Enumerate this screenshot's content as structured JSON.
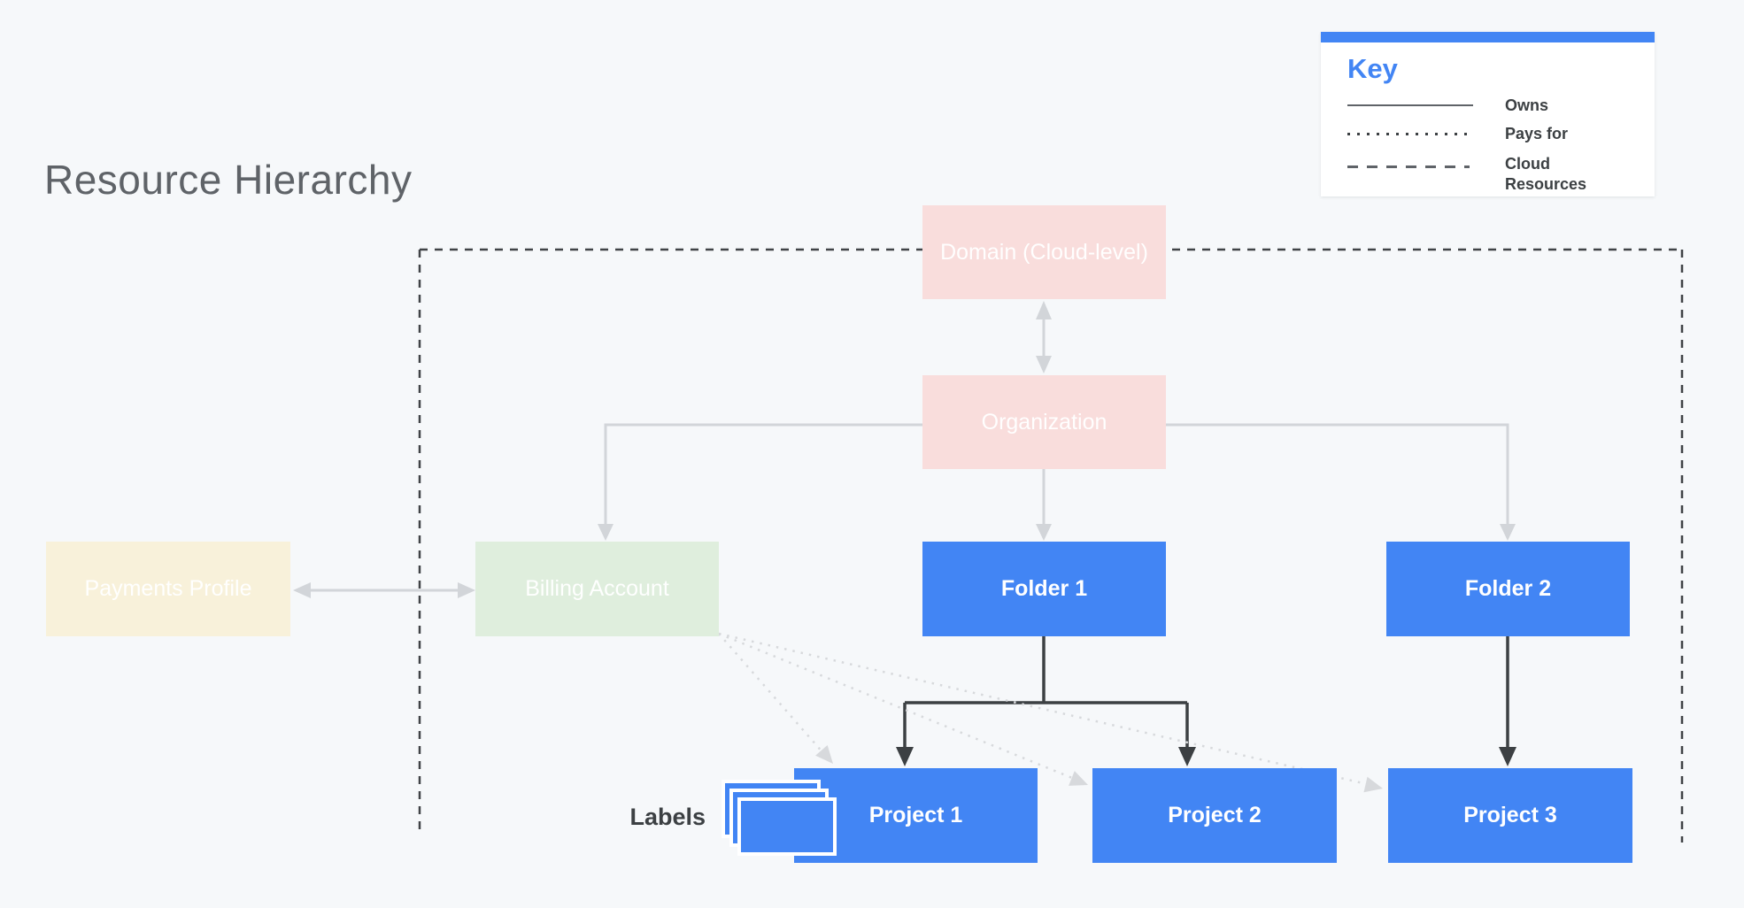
{
  "title": "Resource Hierarchy",
  "key": {
    "heading": "Key",
    "entries": [
      {
        "style": "solid",
        "label": "Owns"
      },
      {
        "style": "dotted",
        "label": "Pays for"
      },
      {
        "style": "dashed",
        "label": "Cloud Resources"
      }
    ]
  },
  "nodes": {
    "domain": {
      "label": "Domain (Cloud-level)",
      "fill": "#f9dddc"
    },
    "organization": {
      "label": "Organization",
      "fill": "#f9dddc"
    },
    "payments_profile": {
      "label": "Payments Profile",
      "fill": "#f8f1da"
    },
    "billing_account": {
      "label": "Billing Account",
      "fill": "#dfeedd"
    },
    "folder_1": {
      "label": "Folder 1",
      "fill": "#4285f4"
    },
    "folder_2": {
      "label": "Folder 2",
      "fill": "#4285f4"
    },
    "project_1": {
      "label": "Project 1",
      "fill": "#4285f4"
    },
    "project_2": {
      "label": "Project 2",
      "fill": "#4285f4"
    },
    "project_3": {
      "label": "Project 3",
      "fill": "#4285f4"
    }
  },
  "annotations": {
    "labels_caption": "Labels"
  },
  "edges": [
    {
      "from": "domain",
      "to": "organization",
      "type": "owns",
      "bidirectional": true
    },
    {
      "from": "organization",
      "to": "billing_account",
      "type": "owns"
    },
    {
      "from": "organization",
      "to": "folder_1",
      "type": "owns"
    },
    {
      "from": "organization",
      "to": "folder_2",
      "type": "owns"
    },
    {
      "from": "payments_profile",
      "to": "billing_account",
      "type": "owns",
      "bidirectional": true
    },
    {
      "from": "folder_1",
      "to": "project_1",
      "type": "owns"
    },
    {
      "from": "folder_1",
      "to": "project_2",
      "type": "owns"
    },
    {
      "from": "folder_2",
      "to": "project_3",
      "type": "owns"
    },
    {
      "from": "billing_account",
      "to": "project_1",
      "type": "pays_for"
    },
    {
      "from": "billing_account",
      "to": "project_2",
      "type": "pays_for"
    },
    {
      "from": "billing_account",
      "to": "project_3",
      "type": "pays_for"
    }
  ],
  "colors": {
    "background": "#f6f8fa",
    "accent_blue": "#4285f4",
    "pastel_pink": "#f9dddc",
    "pastel_green": "#dfeedd",
    "pastel_cream": "#f8f1da",
    "owns_line": "#d2d5d9",
    "dark_line": "#3c4043",
    "title_gray": "#5f6368"
  }
}
